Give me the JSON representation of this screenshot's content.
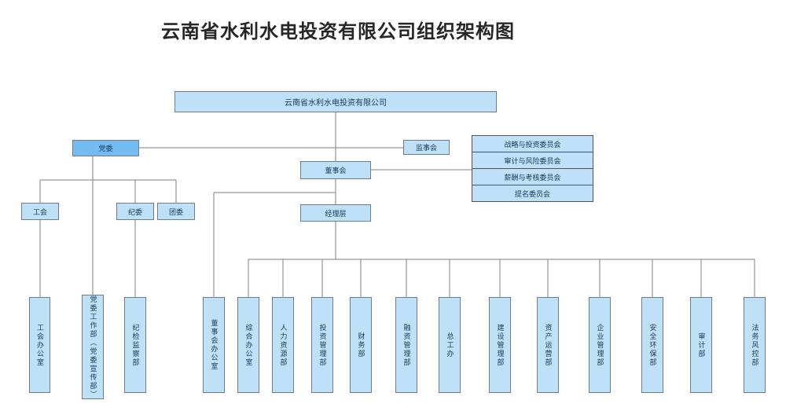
{
  "title": "云南省水利水电投资有限公司组织架构图",
  "nodes": {
    "root": "云南省水利水电投资有限公司",
    "party_committee": "党委",
    "supervisory_board": "监事会",
    "board_of_directors": "董事会",
    "management_team": "经理层",
    "labor_union": "工会",
    "discipline_committee": "纪委",
    "youth_league": "团委"
  },
  "board_committees": [
    "战略与投资委员会",
    "审计与风险委员会",
    "薪酬与考核委员会",
    "提名委员会"
  ],
  "party_offices": [
    "工会办公室",
    "党委工作部（党委宣传部）",
    "纪检监察部"
  ],
  "departments": [
    "董事会办公室",
    "综合办公室",
    "人力资源部",
    "投资管理部",
    "财务部",
    "融资管理部",
    "总工办",
    "建设管理部",
    "资产运营部",
    "企业管理部",
    "安全环保部",
    "审计部",
    "法务风控部"
  ],
  "colors": {
    "node_fill": "#BFE1F7",
    "party_node_fill": "#73BCF3",
    "connector_line": "#7f7f7f",
    "node_text": "#17365D"
  }
}
